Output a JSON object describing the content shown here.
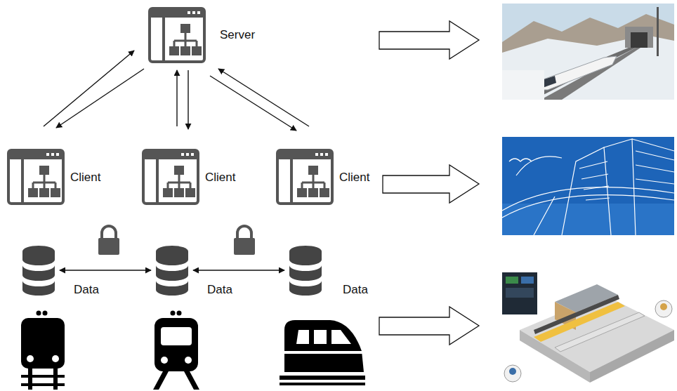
{
  "diagram": {
    "nodes": [
      {
        "text": [
          "Server"
        ]
      },
      {
        "text": [
          "Client"
        ]
      },
      {
        "text": [
          "Client"
        ]
      },
      {
        "text": [
          "Client"
        ]
      },
      {
        "text": [
          "Data"
        ]
      },
      {
        "text": [
          "Data"
        ]
      },
      {
        "text": [
          "Data"
        ]
      }
    ],
    "edges": [
      {
        "from": 1,
        "to": 0,
        "arrow": "to"
      },
      {
        "from": 0,
        "to": 1,
        "arrow": "to"
      },
      {
        "from": 2,
        "to": 0,
        "arrow": "to"
      },
      {
        "from": 0,
        "to": 2,
        "arrow": "to"
      },
      {
        "from": 3,
        "to": 0,
        "arrow": "to"
      },
      {
        "from": 0,
        "to": 3,
        "arrow": "to"
      },
      {
        "from": 4,
        "to": 5,
        "arrow": "both"
      },
      {
        "from": 5,
        "to": 6,
        "arrow": "both"
      }
    ]
  }
}
